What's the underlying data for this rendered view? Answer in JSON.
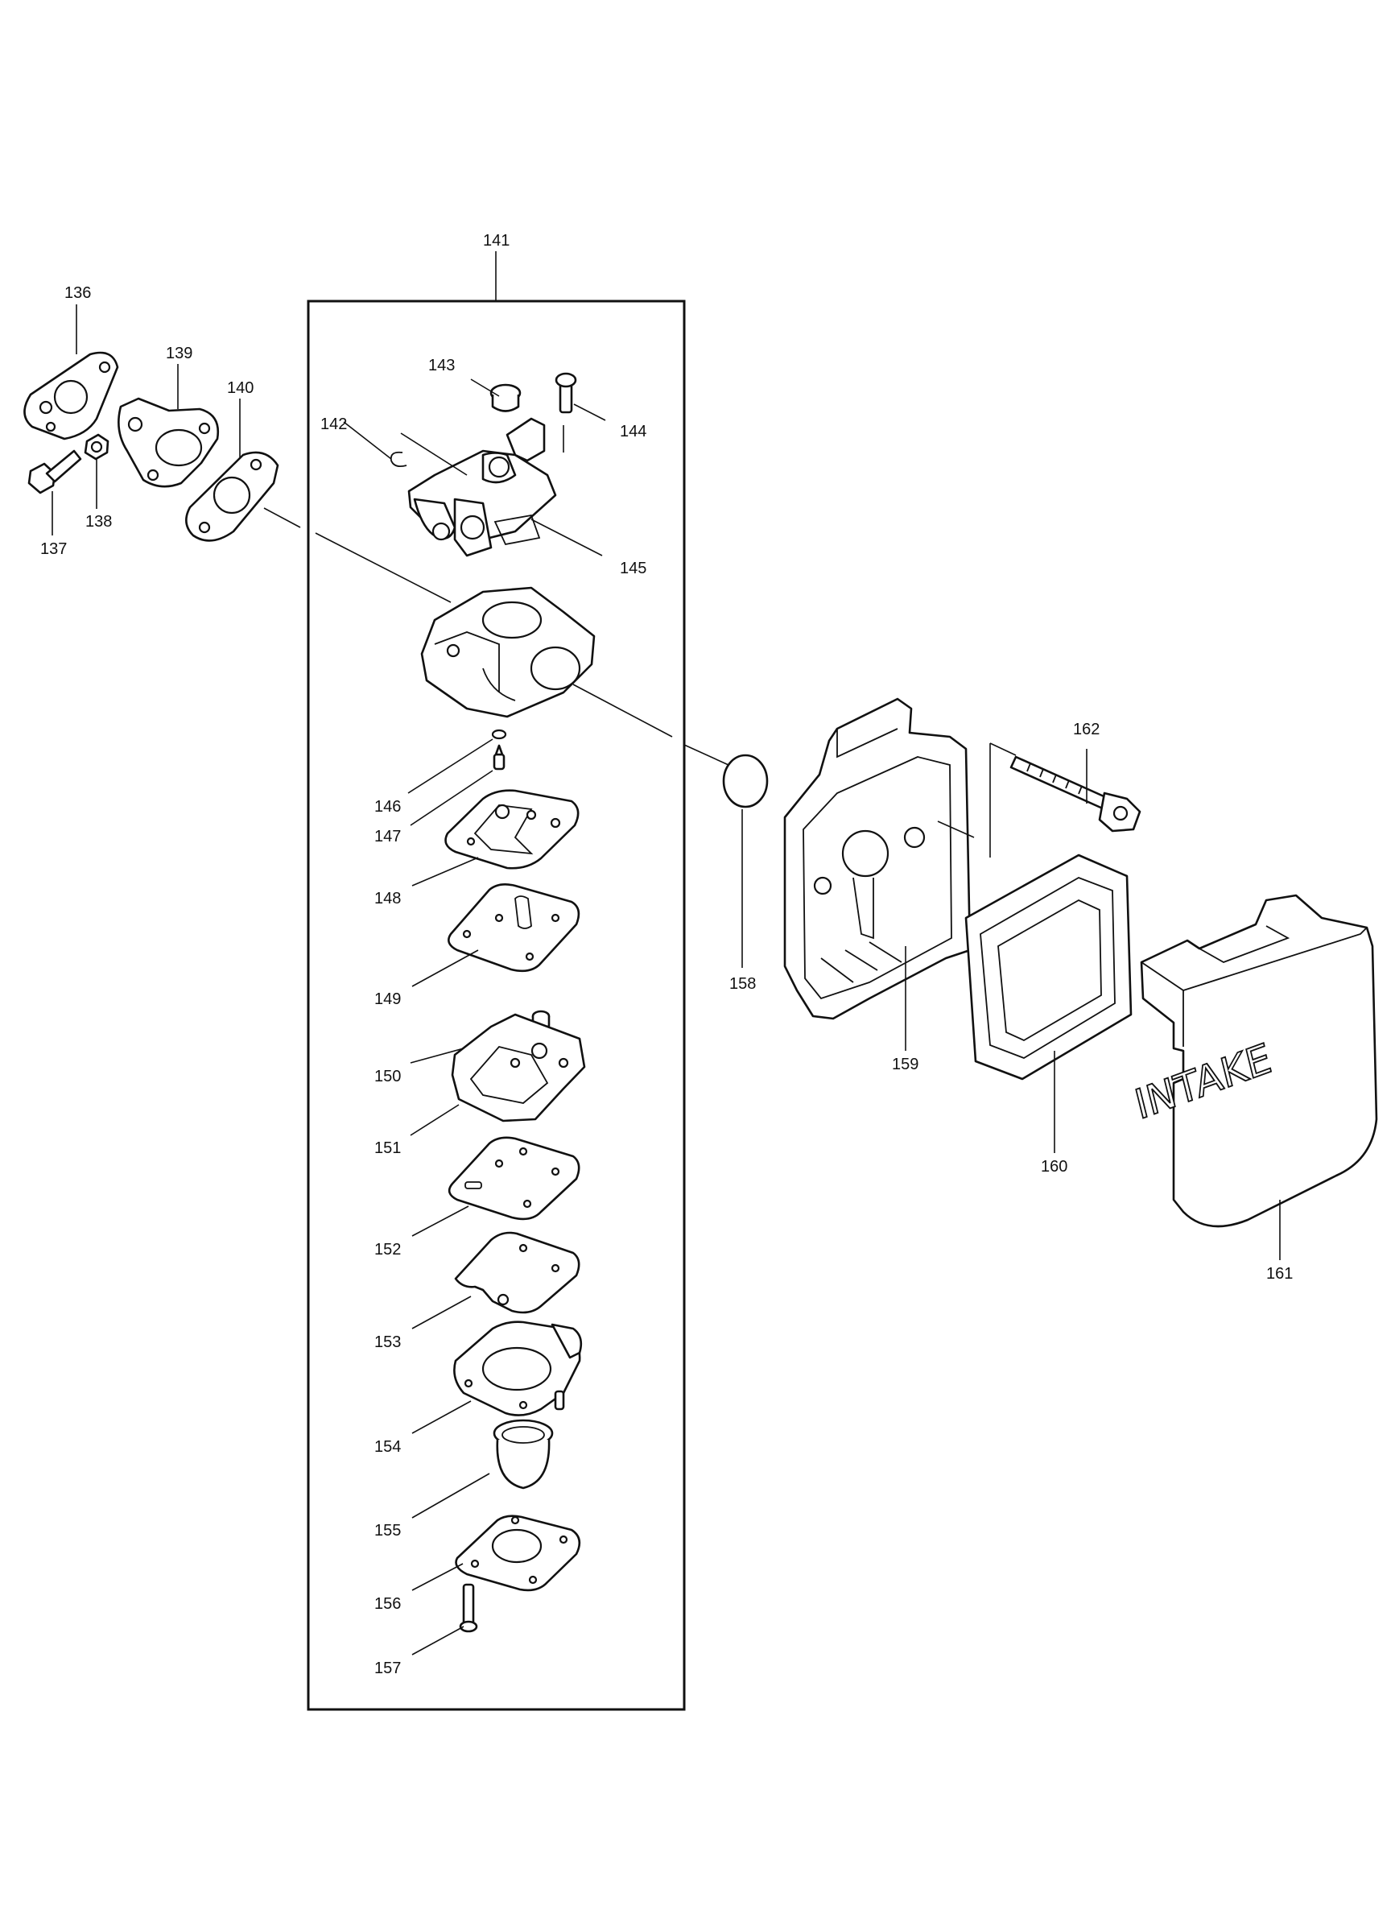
{
  "parts": {
    "p136": "136",
    "p137": "137",
    "p138": "138",
    "p139": "139",
    "p140": "140",
    "p141": "141",
    "p142": "142",
    "p143": "143",
    "p144": "144",
    "p145": "145",
    "p146": "146",
    "p147": "147",
    "p148": "148",
    "p149": "149",
    "p150": "150",
    "p151": "151",
    "p152": "152",
    "p153": "153",
    "p154": "154",
    "p155": "155",
    "p156": "156",
    "p157": "157",
    "p158": "158",
    "p159": "159",
    "p160": "160",
    "p161": "161",
    "p162": "162"
  },
  "cover_text": "INTAKE"
}
